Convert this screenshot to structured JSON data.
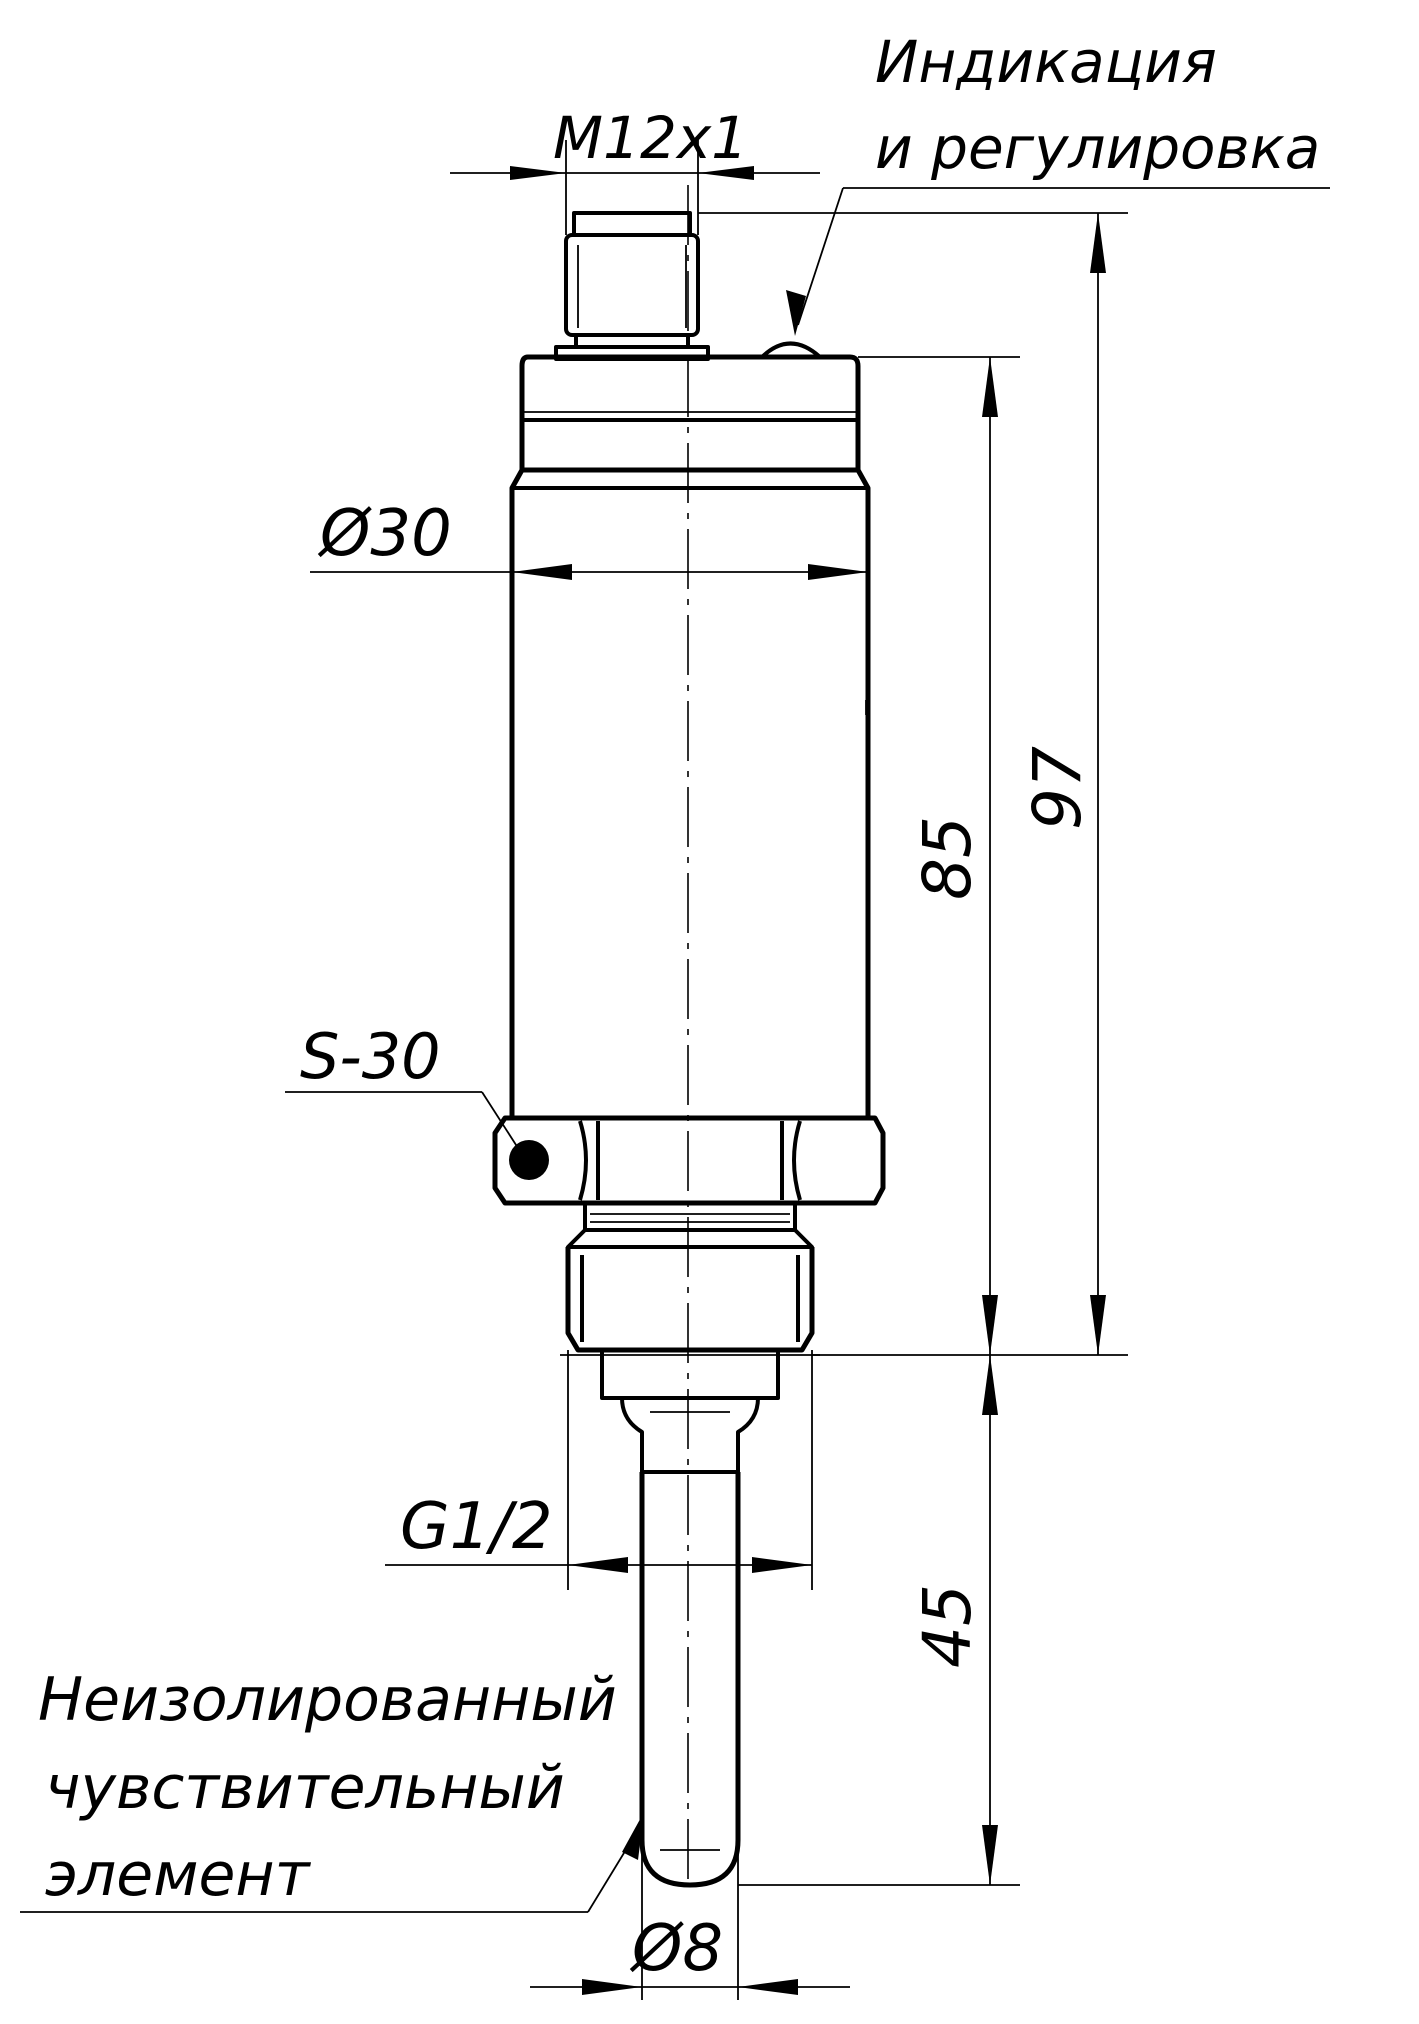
{
  "labels": {
    "indication_line1": "Индикация",
    "indication_line2": "и регулировка",
    "connector_thread": "M12x1",
    "body_diameter": "Ø30",
    "wrench_size": "S-30",
    "length_total": "97",
    "length_body": "85",
    "probe_length": "45",
    "pipe_thread": "G1/2",
    "sensor_line1": "Неизолированный",
    "sensor_line2": "чувствительный",
    "sensor_line3": "элемент",
    "probe_diameter": "Ø8"
  }
}
